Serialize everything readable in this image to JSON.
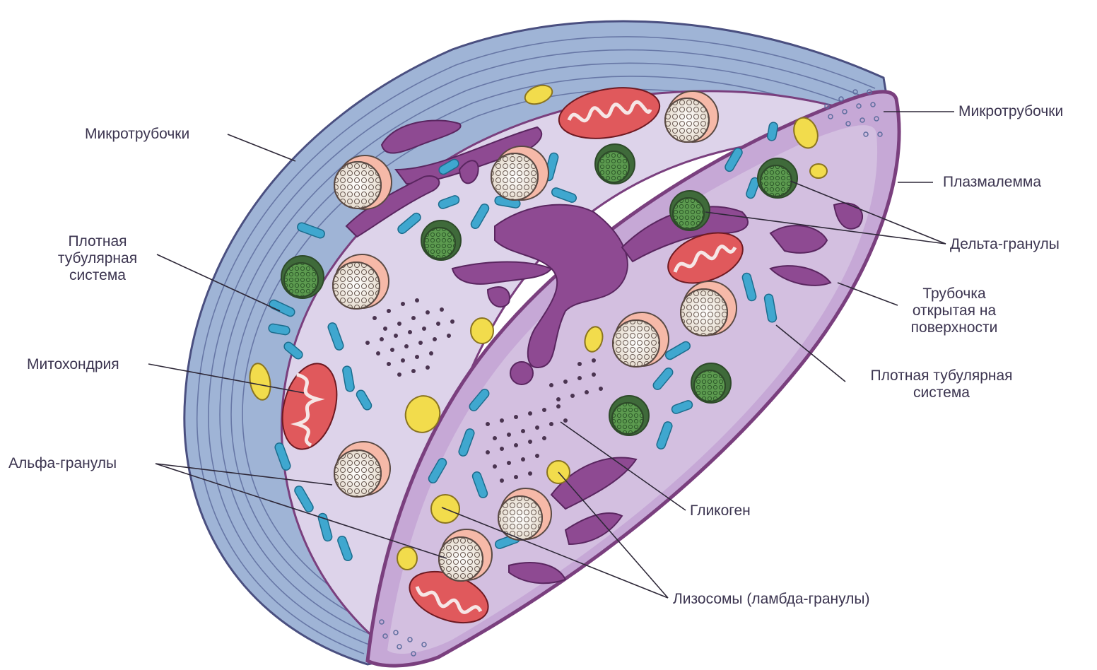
{
  "diagram": {
    "labels": {
      "microtubules_left": "Микротрубочки",
      "dense_tubular_left_1": "Плотная",
      "dense_tubular_left_2": "тубулярная",
      "dense_tubular_left_3": "система",
      "mitochondrion": "Митохондрия",
      "alpha_granules": "Альфа-гранулы",
      "microtubules_right": "Микротрубочки",
      "plasmalemma": "Плазмалемма",
      "delta_granules": "Дельта-гранулы",
      "open_canalicular_1": "Трубочка",
      "open_canalicular_2": "открытая на",
      "open_canalicular_3": "поверхности",
      "dense_tubular_right_1": "Плотная тубулярная",
      "dense_tubular_right_2": "система",
      "glycogen": "Гликоген",
      "lysosomes": "Лизосомы (ламбда-гранулы)"
    },
    "colors": {
      "cytoplasm": "#ddd3ea",
      "cut_face": "#c6a8d6",
      "membrane": "#7a3f7e",
      "microtubule_band": "#9fb4d6",
      "tubular_system": "#3fa7cf",
      "mitochondria": "#e0595c",
      "alpha_granule": "#f4f0ec",
      "delta_granule": "#5c9a4f",
      "lysosome": "#f2dc4c",
      "canalicular": "#8e4a92"
    }
  }
}
